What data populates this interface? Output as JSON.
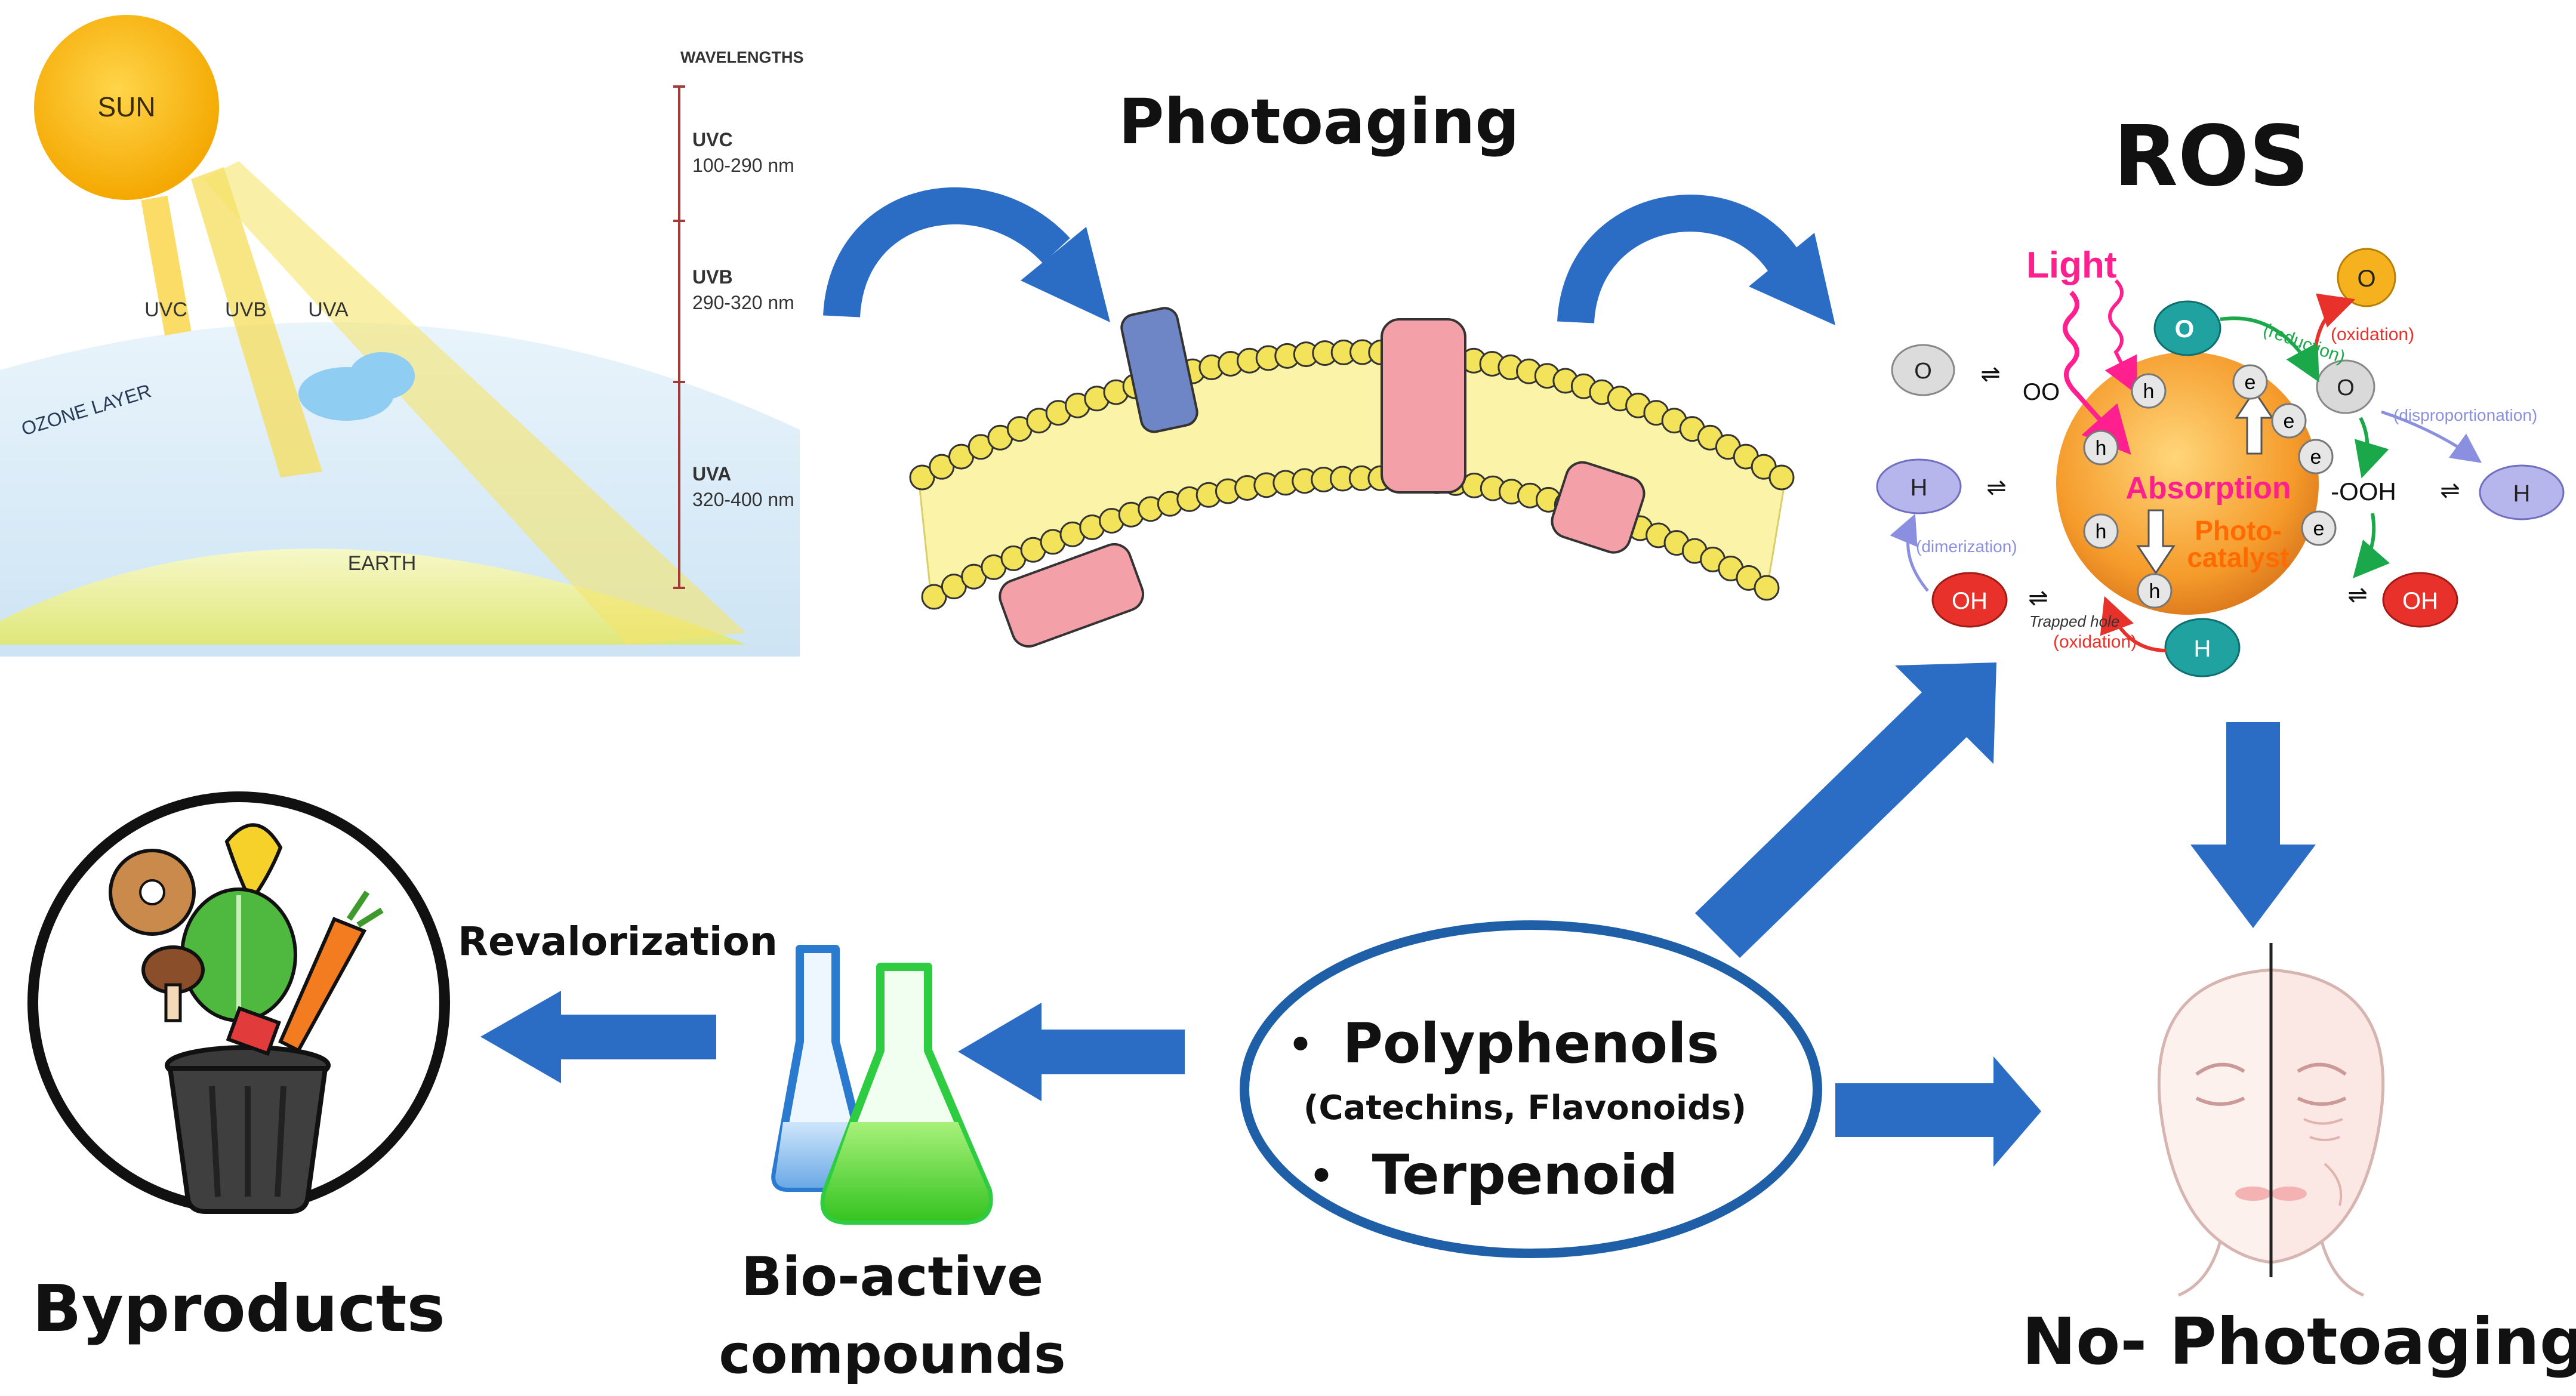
{
  "colors": {
    "arrow_blue": "#2b6cc4",
    "sun": "#f7b500",
    "ozone": "#cfe6f7",
    "earth": "#e9ef9a",
    "membrane_head": "#f3e35a",
    "membrane_body": "#fbf4a8",
    "protein_pink": "#f4a0a8",
    "protein_blue": "#6f86c6",
    "catalyst": "#f59b2b",
    "magenta": "#ff1f8f",
    "ellipse_border": "#1f5fa8"
  },
  "uv_panel": {
    "sun_label": "SUN",
    "wavelengths_label": "WAVELENGTHS",
    "uvc_ray": "UVC",
    "uvb_ray": "UVB",
    "uva_ray": "UVA",
    "ozone_label": "OZONE LAYER",
    "earth_label": "EARTH",
    "bands": [
      {
        "name": "UVC",
        "range": "100-290 nm"
      },
      {
        "name": "UVB",
        "range": "290-320 nm"
      },
      {
        "name": "UVA",
        "range": "320-400 nm"
      }
    ]
  },
  "photoaging_title": "Photoaging",
  "ros_title": "ROS",
  "ros_diagram": {
    "light": "Light",
    "absorption": "Absorption",
    "photocatalyst_line1": "Photo-",
    "photocatalyst_line2": "catalyst",
    "reduction": "(reduction)",
    "oxidation_top": "(oxidation)",
    "disproportionation": "(disproportionation)",
    "dimerization": "(dimerization)",
    "trapped_hole": "Trapped hole",
    "oxidation_bottom": "(oxidation)",
    "species": {
      "o2": "O",
      "singlet_o2": "O",
      "superoxide": "O",
      "h2o2": "H",
      "oh": "OH",
      "h2o": "H",
      "ooh": "-OOH",
      "oo": "OO",
      "electron": "e",
      "hole": "h"
    }
  },
  "byproducts_title": "Byproducts",
  "revalorization": "Revalorization",
  "bioactive_line1": "Bio-active",
  "bioactive_line2": "compounds",
  "center_box": {
    "bullet": "•",
    "item1": "Polyphenols",
    "item1_sub": "(Catechins, Flavonoids)",
    "item2": "Terpenoid"
  },
  "no_photoaging_title": "No- Photoaging"
}
